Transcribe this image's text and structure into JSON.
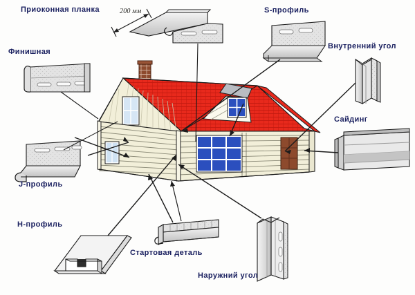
{
  "diagram": {
    "title_alt": "Siding components diagram",
    "background": "#fdfdfc",
    "label_color": "#1b2160",
    "roof_color": "#e8291c",
    "wall_color": "#f2efd9",
    "window_color": "#2b4fbe",
    "door_color": "#8d4a2d",
    "chimney_color": "#8d4a2d",
    "metal_light": "#ececec",
    "metal_mid": "#cfcfcf",
    "metal_dark": "#b0b0b0",
    "line_color": "#1c1c1c"
  },
  "labels": {
    "window_trim": "Приоконная планка",
    "window_trim_dimension": "200 мм",
    "finish_strip": "Финишная",
    "s_profile": "S-профиль",
    "inner_corner": "Внутренний угол",
    "siding": "Сайдинг",
    "j_profile": "J-профиль",
    "h_profile": "H-профиль",
    "starter_strip": "Стартовая деталь",
    "outer_corner": "Наружний угол"
  },
  "parts": [
    {
      "id": "window-trim",
      "label": "Приоконная планка",
      "dimension": "200 мм",
      "position": "top-left"
    },
    {
      "id": "finish-strip",
      "label": "Финишная",
      "position": "left-upper"
    },
    {
      "id": "s-profile",
      "label": "S-профиль",
      "position": "top-right"
    },
    {
      "id": "inner-corner",
      "label": "Внутренний угол",
      "position": "right-upper"
    },
    {
      "id": "siding-panel",
      "label": "Сайдинг",
      "position": "right-middle"
    },
    {
      "id": "j-profile",
      "label": "J-профиль",
      "position": "left-middle"
    },
    {
      "id": "h-profile",
      "label": "H-профиль",
      "position": "bottom-left"
    },
    {
      "id": "starter-strip",
      "label": "Стартовая деталь",
      "position": "bottom-center"
    },
    {
      "id": "outer-corner",
      "label": "Наружний угол",
      "position": "bottom-right"
    }
  ],
  "house": {
    "description": "House with red tiled roof, beige siding walls, brick chimney, dormer window, blue windows and brown door",
    "features": [
      "roof",
      "chimney",
      "dormer",
      "gable",
      "front-window",
      "side-window",
      "gable-window",
      "door"
    ]
  }
}
